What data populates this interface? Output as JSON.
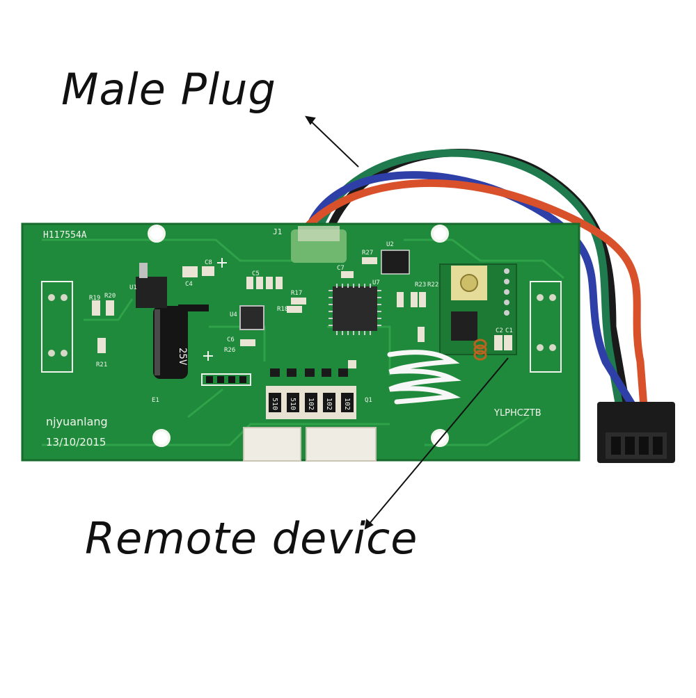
{
  "callouts": {
    "male_plug": "Male Plug",
    "remote_device": "Remote device"
  },
  "board": {
    "part_number": "H117554A",
    "maker": "njyuanlang",
    "date": "13/10/2015",
    "module_mark": "YLPHCZTB",
    "capacitor_rating": "25V",
    "designators": [
      "J1",
      "U2",
      "R27",
      "U7",
      "C7",
      "C8",
      "C4",
      "U1",
      "R19",
      "R20",
      "R21",
      "U4",
      "R17",
      "R18",
      "C6",
      "R26",
      "R23",
      "R22",
      "C2",
      "C1",
      "Q1",
      "E1",
      "C5"
    ],
    "resistor_codes": [
      "510",
      "510",
      "102",
      "102",
      "102"
    ]
  },
  "colors": {
    "pcb": "#1f8a3b",
    "pcb_trace": "#2fa24a",
    "silkscreen": "#f2f6ee",
    "wire_red": "#d9512b",
    "wire_green": "#1f7a4e",
    "wire_blue": "#2f3fa8",
    "wire_black": "#1a1a1a"
  }
}
